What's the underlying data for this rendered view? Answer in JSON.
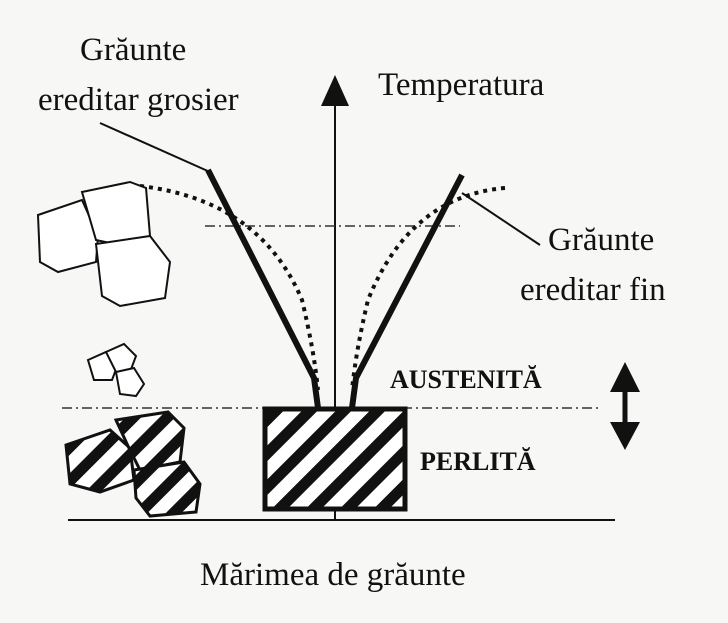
{
  "labels": {
    "coarse_line1": "Grăunte",
    "coarse_line2": "ereditar grosier",
    "temperature": "Temperatura",
    "fine_line1": "Grăunte",
    "fine_line2": "ereditar fin",
    "austenite": "AUSTENITĂ",
    "pearlite": "PERLITĂ",
    "x_axis": "Mărimea de grăunte"
  },
  "colors": {
    "ink": "#111111",
    "background": "#f7f7f5"
  }
}
